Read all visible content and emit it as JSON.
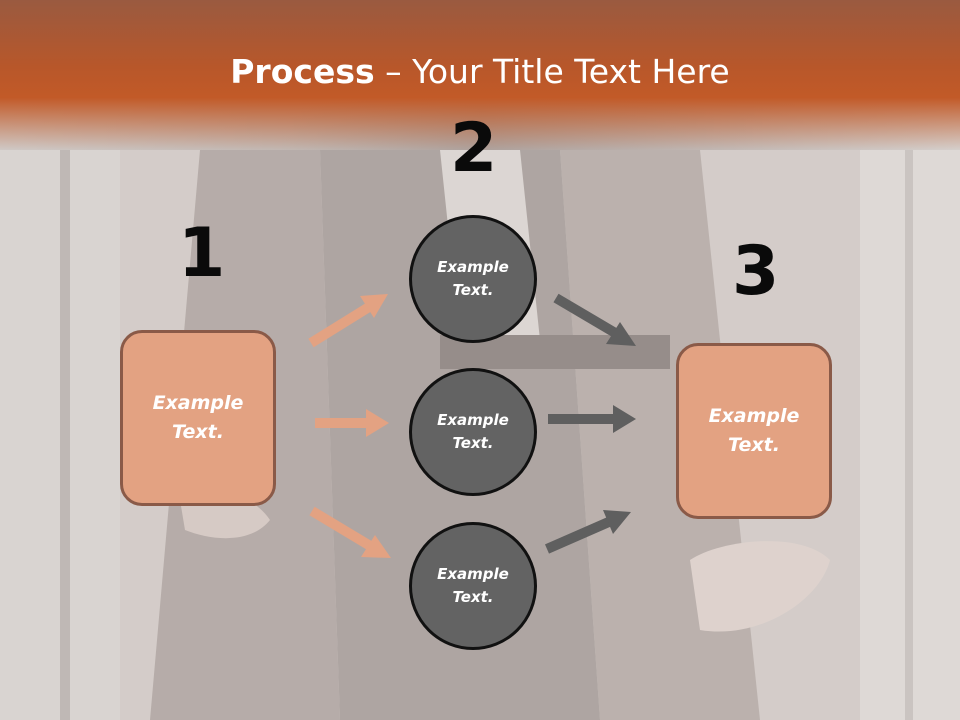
{
  "title": {
    "bold_part": "Process",
    "rest": " – Your Title Text Here"
  },
  "steps": {
    "one": "1",
    "two": "2",
    "three": "3"
  },
  "nodes": {
    "left_box": "Example\nText.",
    "circle_top": "Example\nText.",
    "circle_middle": "Example\nText.",
    "circle_bottom": "Example\nText.",
    "right_box": "Example\nText."
  },
  "colors": {
    "title_band": "#c25a28",
    "box_fill": "#e3a282",
    "box_border": "#8a5a48",
    "circle_fill": "#636363",
    "arrow_orange": "#e3a282",
    "arrow_gray": "#5f5f5f"
  }
}
